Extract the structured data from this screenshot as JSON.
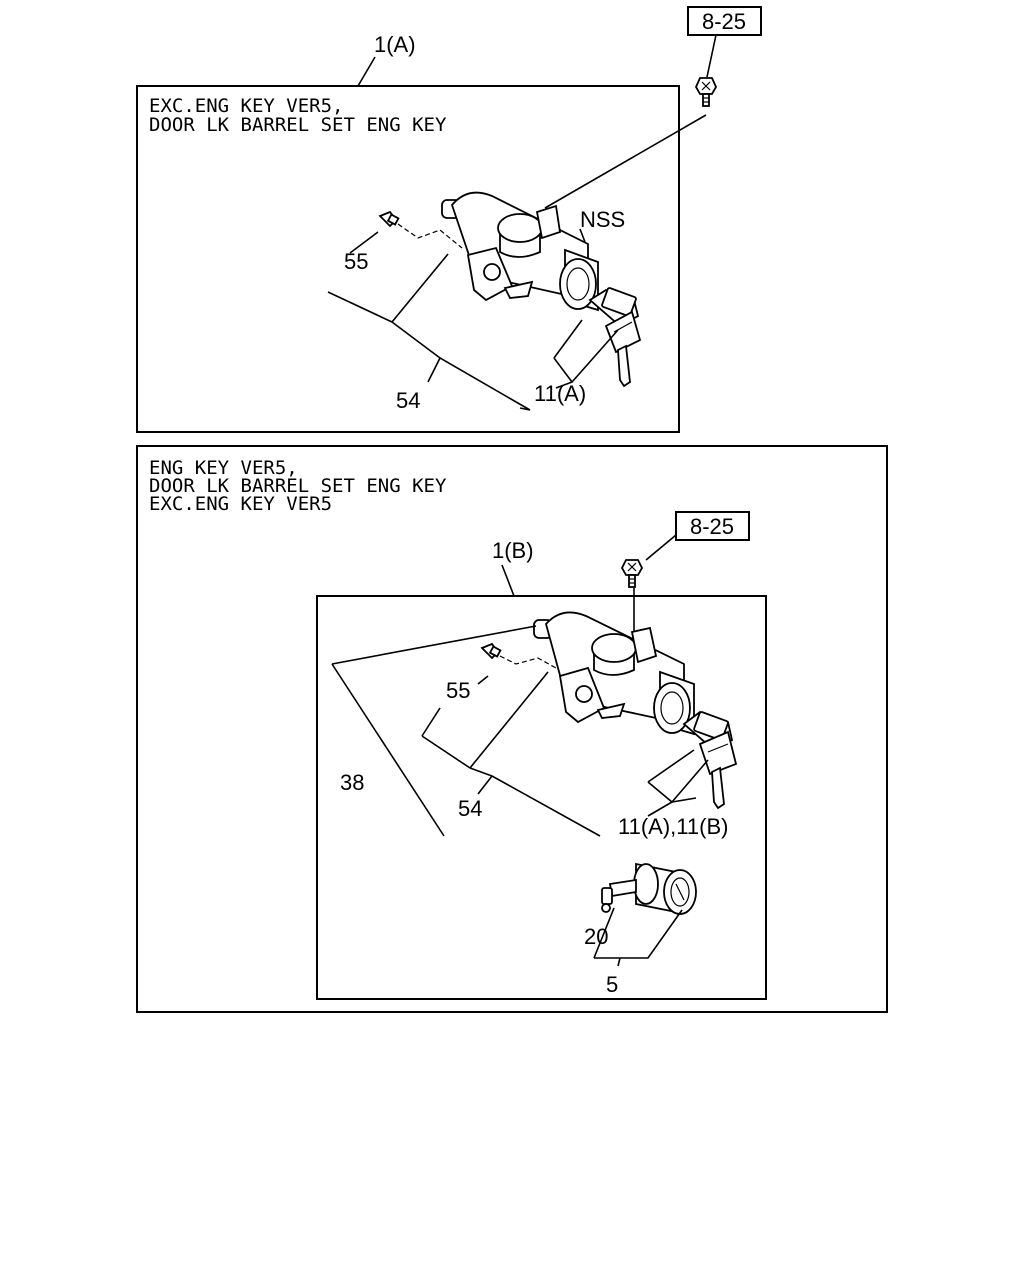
{
  "ref_boxes": {
    "top": "8-25",
    "bottom": "8-25"
  },
  "panel_a": {
    "assembly_label": "1(A)",
    "notes": [
      "EXC.ENG KEY VER5,",
      "DOOR LK BARREL SET ENG KEY"
    ],
    "callouts": {
      "nss": "NSS",
      "p55": "55",
      "p54": "54",
      "p11": "11(A)"
    }
  },
  "panel_b": {
    "notes": [
      "ENG KEY VER5,",
      "DOOR LK BARREL SET ENG KEY",
      "EXC.ENG KEY VER5"
    ],
    "assembly_label": "1(B)",
    "callouts": {
      "p55": "55",
      "p38": "38",
      "p54": "54",
      "p11": "11(A),11(B)",
      "p20": "20",
      "p5": "5"
    }
  }
}
